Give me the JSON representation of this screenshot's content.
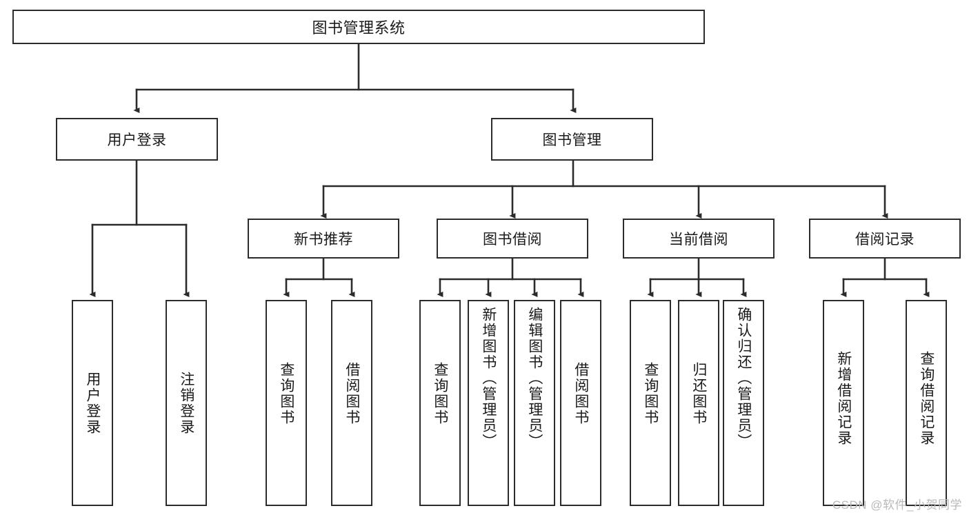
{
  "diagram": {
    "title": "图书管理系统",
    "type": "function-structure-tree",
    "stroke_color": "#2b2b2b",
    "fill_color": "#ffffff",
    "text_color": "#1a1a1a"
  },
  "root": {
    "label": "图书管理系统"
  },
  "level2": [
    {
      "label": "用户登录"
    },
    {
      "label": "图书管理"
    }
  ],
  "level3": [
    {
      "label": "新书推荐"
    },
    {
      "label": "图书借阅"
    },
    {
      "label": "当前借阅"
    },
    {
      "label": "借阅记录"
    }
  ],
  "leaves": {
    "user_login": [
      {
        "label": "用户登录"
      },
      {
        "label": "注销登录"
      }
    ],
    "new_book_recommend": [
      {
        "label": "查询图书"
      },
      {
        "label": "借阅图书"
      }
    ],
    "book_borrow": [
      {
        "label": "查询图书"
      },
      {
        "label": "新增图书（管理员）"
      },
      {
        "label": "编辑图书（管理员）"
      },
      {
        "label": "借阅图书"
      }
    ],
    "current_borrow": [
      {
        "label": "查询图书"
      },
      {
        "label": "归还图书"
      },
      {
        "label": "确认归还（管理员）"
      }
    ],
    "borrow_record": [
      {
        "label": "新增借阅记录"
      },
      {
        "label": "查询借阅记录"
      }
    ]
  },
  "watermark": {
    "text": "CSDN @软件_小贺同学"
  }
}
